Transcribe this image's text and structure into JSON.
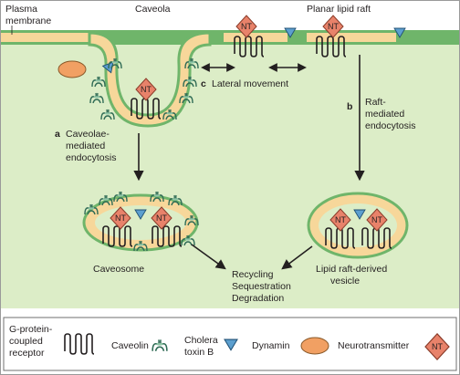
{
  "title_labels": {
    "plasma_membrane": [
      "Plasma",
      "membrane"
    ],
    "caveola": "Caveola",
    "planar_lipid_raft": "Planar lipid raft"
  },
  "pathways": {
    "a": {
      "letter": "a",
      "lines": [
        "Caveolae-",
        "mediated",
        "endocytosis"
      ]
    },
    "b": {
      "letter": "b",
      "lines": [
        "Raft-",
        "mediated",
        "endocytosis"
      ]
    },
    "c": {
      "letter": "c",
      "text": "Lateral movement"
    }
  },
  "compartments": {
    "caveosome": "Caveosome",
    "lipid_raft_vesicle": [
      "Lipid raft-derived",
      "vesicle"
    ]
  },
  "fates": [
    "Recycling",
    "Sequestration",
    "Degradation"
  ],
  "nt_label": "NT",
  "legend": {
    "gpcr": [
      "G-protein-",
      "coupled",
      "receptor"
    ],
    "caveolin": "Caveolin",
    "cholera_toxin": [
      "Cholera",
      "toxin B"
    ],
    "dynamin": "Dynamin",
    "neurotransmitter": "Neurotransmitter"
  },
  "colors": {
    "cytoplasm": "#dcedc7",
    "membrane_green": "#6fb56a",
    "raft_tan": "#f7d79a",
    "nt_fill": "#e8826a",
    "dynamin_fill": "#f1a063",
    "toxin_fill": "#5c9fcf",
    "caveolin_fill": "#8ec5a6"
  },
  "icons": [
    "gpcr-icon",
    "caveolin-icon",
    "cholera-toxin-icon",
    "dynamin-icon",
    "neurotransmitter-icon"
  ]
}
